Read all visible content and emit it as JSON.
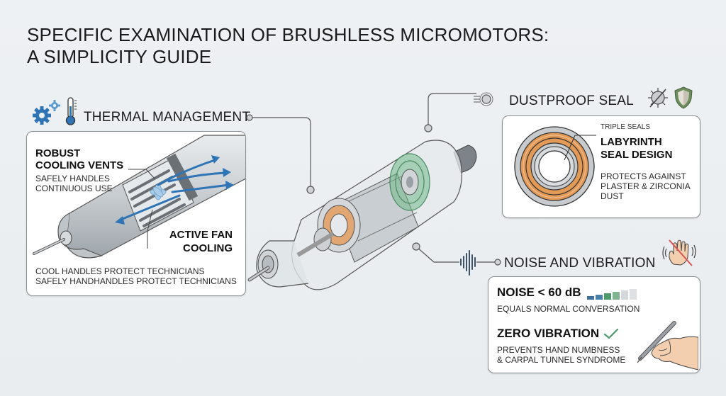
{
  "title": {
    "line1": "SPECIFIC EXAMINATION OF BRUSHLESS MICROMOTORS:",
    "line2": "A SIMPLICITY GUIDE"
  },
  "thermal": {
    "heading": "THERMAL MANAGEMENT",
    "icons": [
      "gears-icon",
      "thermometer-icon"
    ],
    "vents_title_1": "ROBUST",
    "vents_title_2": "COOLING VENTS",
    "vents_desc_1": "SAFELY HANDLES",
    "vents_desc_2": "CONTINUOUS USE",
    "fan_title_1": "ACTIVE FAN",
    "fan_title_2": "COOLING",
    "footer_1": "COOL HANDLES PROTECT TECHNICIANS",
    "footer_2": "SAFELY HANDHANDLES PROTECT TECHNICIANS"
  },
  "dust": {
    "heading": "DUSTPROOF SEAL",
    "icons": [
      "no-germs-icon",
      "shield-icon"
    ],
    "callout": "TRIPLE SEALS",
    "title_1": "LABYRINTH",
    "title_2": "SEAL DESIGN",
    "desc_1": "PROTECTS AGAINST",
    "desc_2": "PLASTER & ZIRCONIA",
    "desc_3": "DUST"
  },
  "noise": {
    "heading": "NOISE AND VIBRATION",
    "icons": [
      "sound-wave-icon",
      "no-vibration-hand-icon"
    ],
    "noise_title": "NOISE < 60 dB",
    "noise_desc": "EQUALS NORMAL CONVERSATION",
    "vib_title": "ZERO VIBRATION",
    "vib_desc_1": "PREVENTS HAND NUMBNESS",
    "vib_desc_2": "& CARPAL TUNNEL SYNDROME",
    "level_colors": [
      "#3f6f9c",
      "#4a7fa8",
      "#4e9a6c",
      "#7fb58f",
      "#d3d8dc",
      "#dde1e4"
    ]
  },
  "colors": {
    "accent_blue": "#2f74b5",
    "seal_orange": "#e39a57",
    "seal_green": "#6fb889",
    "shield_green": "#6d8f5e",
    "warning_red": "#d9534f"
  }
}
